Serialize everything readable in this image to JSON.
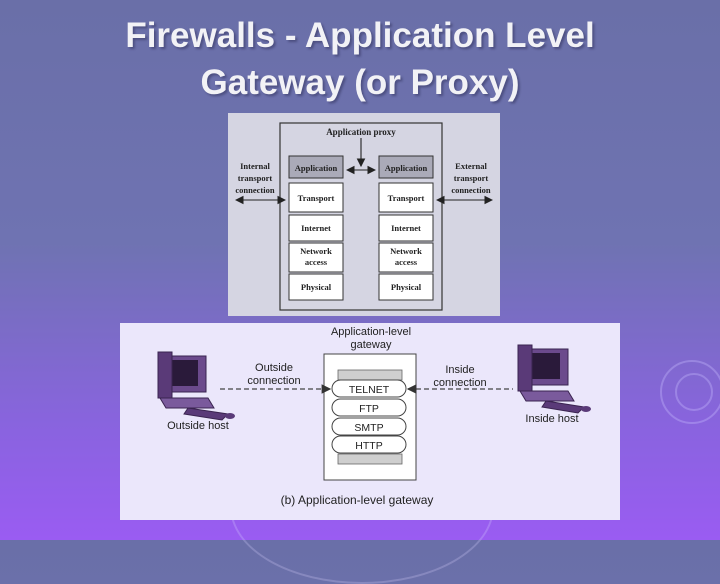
{
  "slide": {
    "title_line1": "Firewalls - Application Level",
    "title_line2": "Gateway (or Proxy)"
  },
  "figure_a": {
    "proxy_label": "Application proxy",
    "left_label": [
      "Internal",
      "transport",
      "connection"
    ],
    "right_label": [
      "External",
      "transport",
      "connection"
    ],
    "left_stack": [
      "Application",
      "Transport",
      "Internet",
      "Network",
      "access",
      "Physical"
    ],
    "right_stack": [
      "Application",
      "Transport",
      "Internet",
      "Network",
      "access",
      "Physical"
    ]
  },
  "figure_b": {
    "gateway_label": [
      "Application-level",
      "gateway"
    ],
    "outside_connection": [
      "Outside",
      "connection"
    ],
    "inside_connection": [
      "Inside",
      "connection"
    ],
    "outside_host": "Outside host",
    "inside_host": "Inside host",
    "services": [
      "TELNET",
      "FTP",
      "SMTP",
      "HTTP"
    ],
    "caption": "(b) Application-level gateway"
  },
  "colors": {
    "background_top": "#6a6fa8",
    "background_bottom": "#9a5cf2",
    "title": "#f2f2f6",
    "computer": "#5a3a78"
  }
}
